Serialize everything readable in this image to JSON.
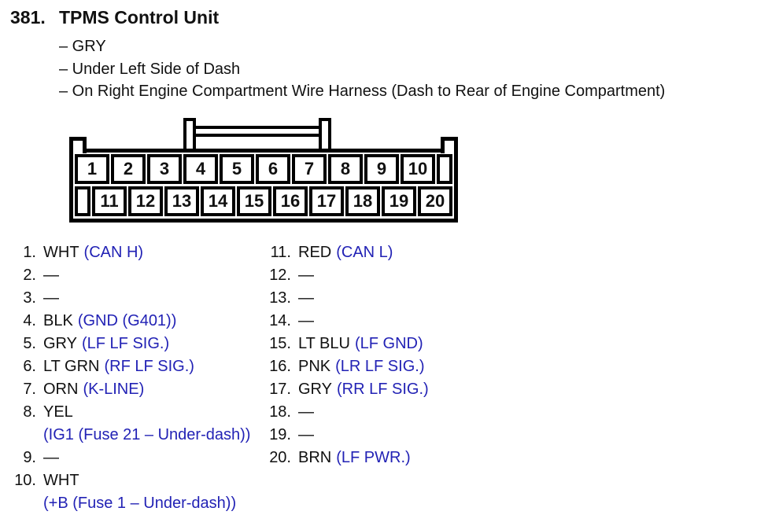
{
  "header": {
    "number": "381.",
    "title": "TPMS Control Unit",
    "bullets": [
      "– GRY",
      "– Under Left Side of Dash",
      "– On Right Engine Compartment Wire Harness (Dash to Rear of Engine Compartment)"
    ]
  },
  "connector": {
    "top_pins": [
      "1",
      "2",
      "3",
      "4",
      "5",
      "6",
      "7",
      "8",
      "9",
      "10"
    ],
    "bottom_pins": [
      "11",
      "12",
      "13",
      "14",
      "15",
      "16",
      "17",
      "18",
      "19",
      "20"
    ]
  },
  "pin_table": {
    "left": [
      {
        "num": "1.",
        "wire": "WHT",
        "signal": "(CAN H)"
      },
      {
        "num": "2.",
        "wire": "—",
        "signal": ""
      },
      {
        "num": "3.",
        "wire": "—",
        "signal": ""
      },
      {
        "num": "4.",
        "wire": "BLK",
        "signal": "(GND (G401))"
      },
      {
        "num": "5.",
        "wire": "GRY",
        "signal": "(LF LF SIG.)"
      },
      {
        "num": "6.",
        "wire": "LT GRN",
        "signal": "(RF LF SIG.)"
      },
      {
        "num": "7.",
        "wire": "ORN",
        "signal": "(K-LINE)"
      },
      {
        "num": "8.",
        "wire": "YEL",
        "signal": "(IG1 (Fuse 21 – Under-dash))"
      },
      {
        "num": "9.",
        "wire": "—",
        "signal": ""
      },
      {
        "num": "10.",
        "wire": "WHT",
        "signal": "(+B (Fuse 1 – Under-dash))"
      }
    ],
    "right": [
      {
        "num": "11.",
        "wire": "RED",
        "signal": "(CAN L)"
      },
      {
        "num": "12.",
        "wire": "—",
        "signal": ""
      },
      {
        "num": "13.",
        "wire": "—",
        "signal": ""
      },
      {
        "num": "14.",
        "wire": "—",
        "signal": ""
      },
      {
        "num": "15.",
        "wire": "LT BLU",
        "signal": "(LF GND)"
      },
      {
        "num": "16.",
        "wire": "PNK",
        "signal": "(LR LF SIG.)"
      },
      {
        "num": "17.",
        "wire": "GRY",
        "signal": "(RR LF SIG.)"
      },
      {
        "num": "18.",
        "wire": "—",
        "signal": ""
      },
      {
        "num": "19.",
        "wire": "—",
        "signal": ""
      },
      {
        "num": "20.",
        "wire": "BRN",
        "signal": "(LF PWR.)"
      }
    ]
  },
  "colors": {
    "signal_text": "#2222b5",
    "body_text": "#111111",
    "line_black": "#000000",
    "background": "#ffffff"
  }
}
